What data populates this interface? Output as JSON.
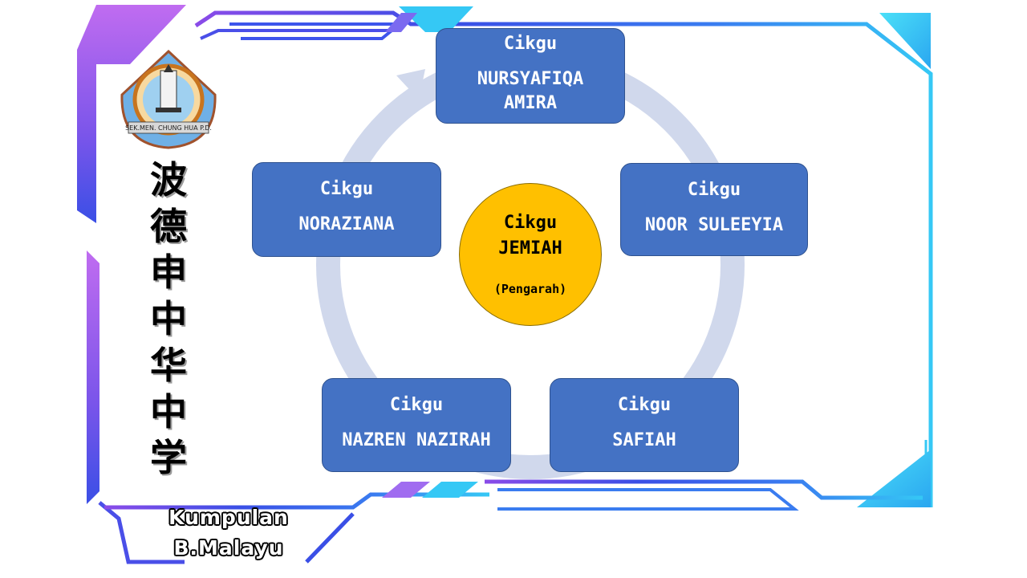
{
  "school": {
    "name_chars": [
      "波",
      "德",
      "申",
      "中",
      "华",
      "中",
      "学"
    ],
    "logo_text": "SEK.MEN. CHUNG HUA P.D.",
    "logo_chinese": "波德申中华中学"
  },
  "group_label": {
    "line1": "Kumpulan",
    "line2": "B.Malayu"
  },
  "center": {
    "title": "Cikgu",
    "name": "JEMIAH",
    "role": "(Pengarah)"
  },
  "members": [
    {
      "title": "Cikgu",
      "name_line1": "NURSYAFIQA",
      "name_line2": "AMIRA"
    },
    {
      "title": "Cikgu",
      "name_line1": "NOOR SULEEYIA"
    },
    {
      "title": "Cikgu",
      "name_line1": "SAFIAH"
    },
    {
      "title": "Cikgu",
      "name_line1": "NAZREN NAZIRAH"
    },
    {
      "title": "Cikgu",
      "name_line1": "NORAZIANA"
    }
  ],
  "colors": {
    "box_fill": "#4472c4",
    "center_fill": "#ffc000",
    "ring": "#d0d8ec",
    "frame_blue": "#3a5ff0",
    "frame_cyan": "#35c8f5",
    "frame_purple": "#a35ce8"
  }
}
